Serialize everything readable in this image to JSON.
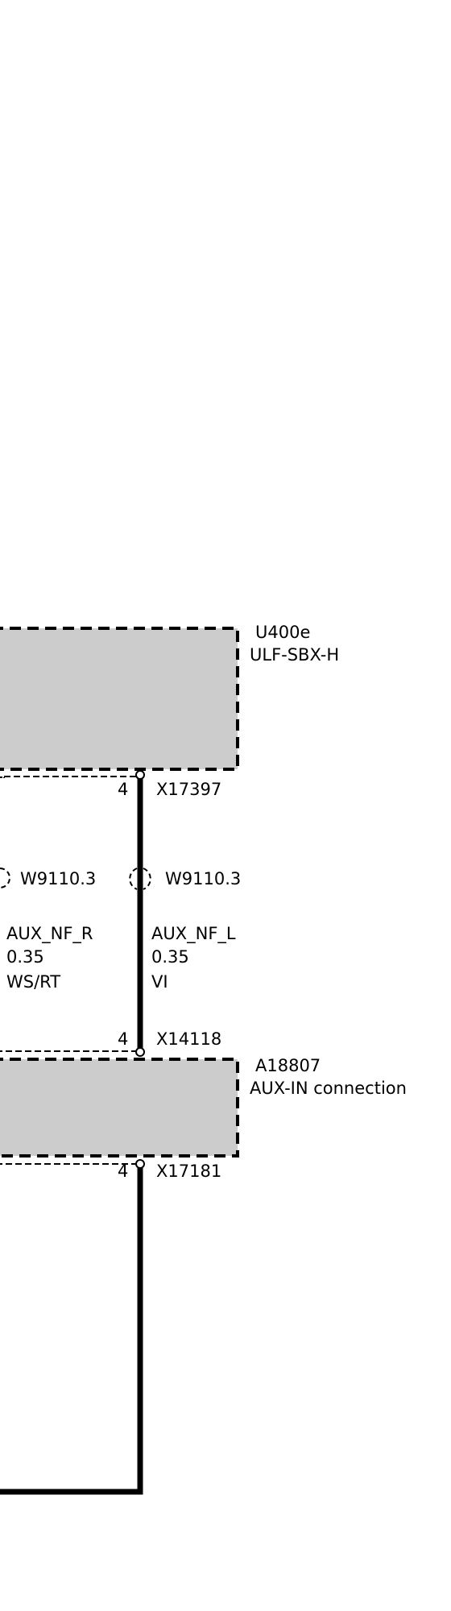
{
  "components": {
    "u400e": {
      "id": "U400e",
      "name": "ULF-SBX-H"
    },
    "a18807": {
      "id": "A18807",
      "name": "AUX-IN connection"
    }
  },
  "connectors": {
    "x17397": {
      "id": "X17397",
      "pin": "4"
    },
    "x14118": {
      "id": "X14118",
      "pin": "4"
    },
    "x17181": {
      "id": "X17181",
      "pin": "4"
    }
  },
  "harness": {
    "left": "W9110.3",
    "right": "W9110.3"
  },
  "wires": {
    "right": {
      "signal": "AUX_NF_R",
      "gauge": "0.35",
      "color": "WS/RT"
    },
    "left": {
      "signal": "AUX_NF_L",
      "gauge": "0.35",
      "color": "VI"
    }
  }
}
